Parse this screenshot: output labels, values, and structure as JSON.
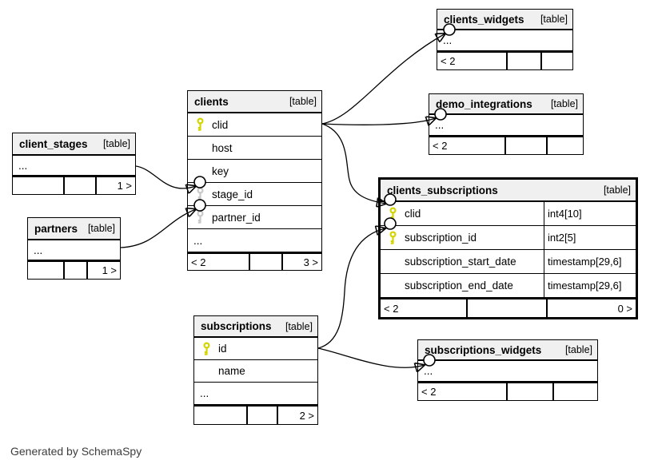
{
  "diagram": {
    "generator_note": "Generated by SchemaSpy",
    "colors": {
      "header_bg": "#f0f0f0",
      "table_bg": "#ffffff",
      "border": "#000000",
      "primary_key": "#d4d400",
      "foreign_key": "#c9c9c9",
      "connector": "#000000"
    },
    "tables": [
      {
        "id": "client_stages",
        "title": "client_stages",
        "badge": "[table]",
        "emphasized": false,
        "rows": [
          {
            "name": "...",
            "key": null,
            "type": null
          }
        ],
        "footer": {
          "left": "",
          "middle": "",
          "right": "1 >"
        }
      },
      {
        "id": "partners",
        "title": "partners",
        "badge": "[table]",
        "emphasized": false,
        "rows": [
          {
            "name": "...",
            "key": null,
            "type": null
          }
        ],
        "footer": {
          "left": "",
          "middle": "",
          "right": "1 >"
        }
      },
      {
        "id": "clients",
        "title": "clients",
        "badge": "[table]",
        "emphasized": false,
        "rows": [
          {
            "name": "clid",
            "key": "pk",
            "type": null
          },
          {
            "name": "host",
            "key": null,
            "type": null
          },
          {
            "name": "key",
            "key": null,
            "type": null
          },
          {
            "name": "stage_id",
            "key": "fk",
            "type": null
          },
          {
            "name": "partner_id",
            "key": "fk",
            "type": null
          },
          {
            "name": "...",
            "key": null,
            "type": null
          }
        ],
        "footer": {
          "left": "< 2",
          "middle": "",
          "right": "3 >"
        }
      },
      {
        "id": "clients_widgets",
        "title": "clients_widgets",
        "badge": "[table]",
        "emphasized": false,
        "rows": [
          {
            "name": "...",
            "key": null,
            "type": null
          }
        ],
        "footer": {
          "left": "< 2",
          "middle": "",
          "right": ""
        }
      },
      {
        "id": "demo_integrations",
        "title": "demo_integrations",
        "badge": "[table]",
        "emphasized": false,
        "rows": [
          {
            "name": "...",
            "key": null,
            "type": null
          }
        ],
        "footer": {
          "left": "< 2",
          "middle": "",
          "right": ""
        }
      },
      {
        "id": "clients_subscriptions",
        "title": "clients_subscriptions",
        "badge": "[table]",
        "emphasized": true,
        "rows": [
          {
            "name": "clid",
            "key": "pk",
            "type": "int4[10]"
          },
          {
            "name": "subscription_id",
            "key": "pk",
            "type": "int2[5]"
          },
          {
            "name": "subscription_start_date",
            "key": null,
            "type": "timestamp[29,6]"
          },
          {
            "name": "subscription_end_date",
            "key": null,
            "type": "timestamp[29,6]"
          }
        ],
        "footer": {
          "left": "< 2",
          "middle": "",
          "right": "0 >"
        }
      },
      {
        "id": "subscriptions",
        "title": "subscriptions",
        "badge": "[table]",
        "emphasized": false,
        "rows": [
          {
            "name": "id",
            "key": "pk",
            "type": null
          },
          {
            "name": "name",
            "key": null,
            "type": null
          },
          {
            "name": "...",
            "key": null,
            "type": null
          }
        ],
        "footer": {
          "left": "",
          "middle": "",
          "right": "2 >"
        }
      },
      {
        "id": "subscriptions_widgets",
        "title": "subscriptions_widgets",
        "badge": "[table]",
        "emphasized": false,
        "rows": [
          {
            "name": "...",
            "key": null,
            "type": null
          }
        ],
        "footer": {
          "left": "< 2",
          "middle": "",
          "right": ""
        }
      }
    ],
    "relationships": [
      {
        "from": "clients.clid",
        "to": "clients_widgets"
      },
      {
        "from": "clients.clid",
        "to": "demo_integrations"
      },
      {
        "from": "clients.clid",
        "to": "clients_subscriptions.clid"
      },
      {
        "from": "client_stages",
        "to": "clients.stage_id"
      },
      {
        "from": "partners",
        "to": "clients.partner_id"
      },
      {
        "from": "subscriptions.id",
        "to": "clients_subscriptions.subscription_id"
      },
      {
        "from": "subscriptions.id",
        "to": "subscriptions_widgets"
      }
    ]
  }
}
